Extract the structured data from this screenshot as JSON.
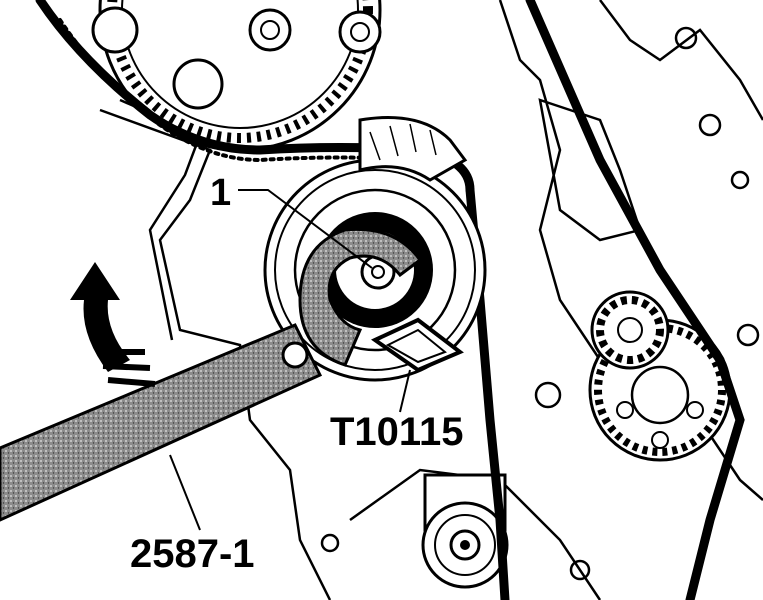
{
  "diagram": {
    "callouts": {
      "part_number": "1",
      "tool_adapter": "T10115",
      "wrench": "2587-1"
    },
    "colors": {
      "ink": "#000000",
      "paper": "#ffffff",
      "shade": "#9a9a9a"
    }
  }
}
